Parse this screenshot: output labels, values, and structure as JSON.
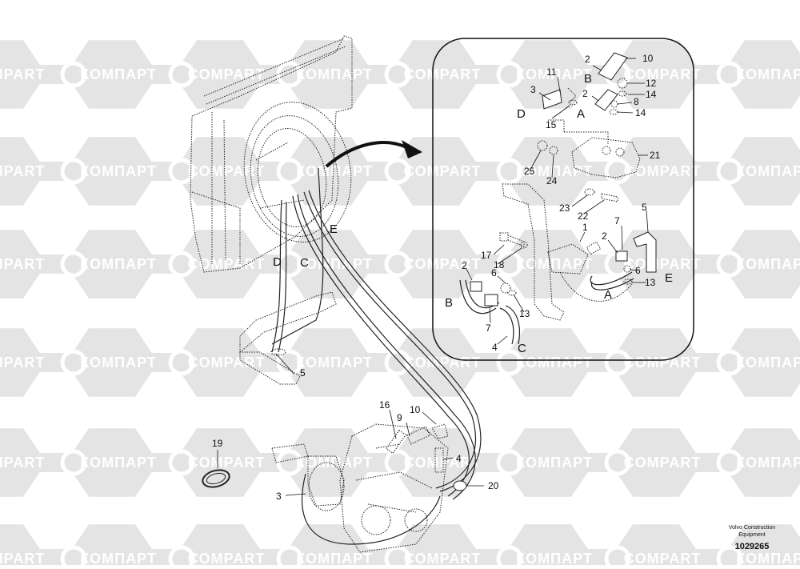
{
  "watermark": {
    "brand_latin": "COMPART",
    "brand_cyrillic": "КОМПАРТ"
  },
  "detail_letters": [
    {
      "id": "D-main",
      "text": "D"
    },
    {
      "id": "C-main",
      "text": "C"
    },
    {
      "id": "E-main",
      "text": "E"
    },
    {
      "id": "D-inset",
      "text": "D"
    },
    {
      "id": "B-top",
      "text": "B"
    },
    {
      "id": "A-top",
      "text": "A"
    },
    {
      "id": "B-left",
      "text": "B"
    },
    {
      "id": "C-inset",
      "text": "C"
    },
    {
      "id": "A-right",
      "text": "A"
    },
    {
      "id": "E-right",
      "text": "E"
    }
  ],
  "callouts": [
    {
      "id": "c5-main",
      "text": "5"
    },
    {
      "id": "c16",
      "text": "16"
    },
    {
      "id": "c9",
      "text": "9"
    },
    {
      "id": "c10-main",
      "text": "10"
    },
    {
      "id": "c4-main",
      "text": "4"
    },
    {
      "id": "c19",
      "text": "19"
    },
    {
      "id": "c3-main",
      "text": "3"
    },
    {
      "id": "c20",
      "text": "20"
    },
    {
      "id": "c11",
      "text": "11"
    },
    {
      "id": "c3-inset",
      "text": "3"
    },
    {
      "id": "c15",
      "text": "15"
    },
    {
      "id": "c2-top",
      "text": "2"
    },
    {
      "id": "c10-inset",
      "text": "10"
    },
    {
      "id": "c12",
      "text": "12"
    },
    {
      "id": "c2-top2",
      "text": "2"
    },
    {
      "id": "c14a",
      "text": "14"
    },
    {
      "id": "c8",
      "text": "8"
    },
    {
      "id": "c14b",
      "text": "14"
    },
    {
      "id": "c21",
      "text": "21"
    },
    {
      "id": "c25",
      "text": "25"
    },
    {
      "id": "c24",
      "text": "24"
    },
    {
      "id": "c23",
      "text": "23"
    },
    {
      "id": "c22",
      "text": "22"
    },
    {
      "id": "c1",
      "text": "1"
    },
    {
      "id": "c17",
      "text": "17"
    },
    {
      "id": "c18",
      "text": "18"
    },
    {
      "id": "c2-left",
      "text": "2"
    },
    {
      "id": "c6-left",
      "text": "6"
    },
    {
      "id": "c13-left",
      "text": "13"
    },
    {
      "id": "c7-left",
      "text": "7"
    },
    {
      "id": "c4-inset",
      "text": "4"
    },
    {
      "id": "c7-right",
      "text": "7"
    },
    {
      "id": "c2-right",
      "text": "2"
    },
    {
      "id": "c5-inset",
      "text": "5"
    },
    {
      "id": "c6-right",
      "text": "6"
    },
    {
      "id": "c13-right",
      "text": "13"
    }
  ],
  "footer": {
    "company_line1": "Volvo Construction",
    "company_line2": "Equipment",
    "drawing_number": "1029265"
  },
  "colors": {
    "watermark_fill": "#e4e4e4",
    "line": "#222222",
    "background": "#ffffff"
  }
}
